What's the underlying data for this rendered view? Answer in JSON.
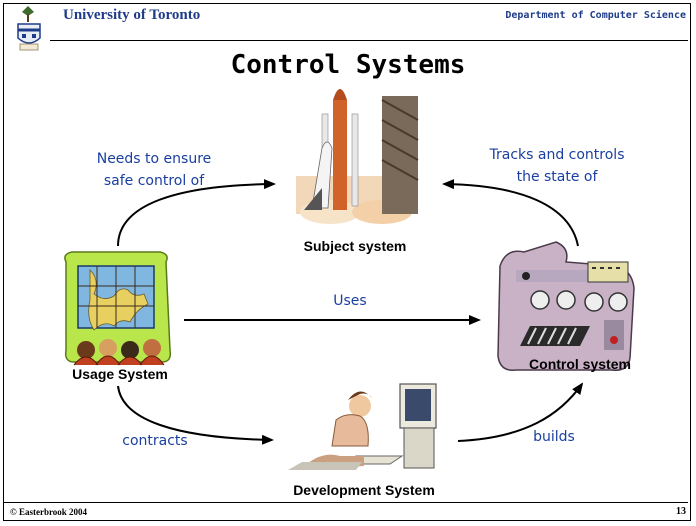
{
  "header": {
    "university": "University of Toronto",
    "department": "Department of Computer Science"
  },
  "title": "Control Systems",
  "nodes": {
    "subject": "Subject system",
    "usage": "Usage System",
    "control": "Control system",
    "development": "Development System"
  },
  "edges": {
    "usage_to_subject": [
      "Needs to ensure",
      "safe control of"
    ],
    "control_to_subject": [
      "Tracks and controls",
      "the state of"
    ],
    "usage_to_control": "Uses",
    "usage_to_development": "contracts",
    "development_to_control": "builds"
  },
  "footer": {
    "copyright": "© Easterbrook 2004",
    "page_number": "13"
  },
  "colors": {
    "header_text": "#1f3c8a",
    "edge_text": "#1a3fa0"
  }
}
